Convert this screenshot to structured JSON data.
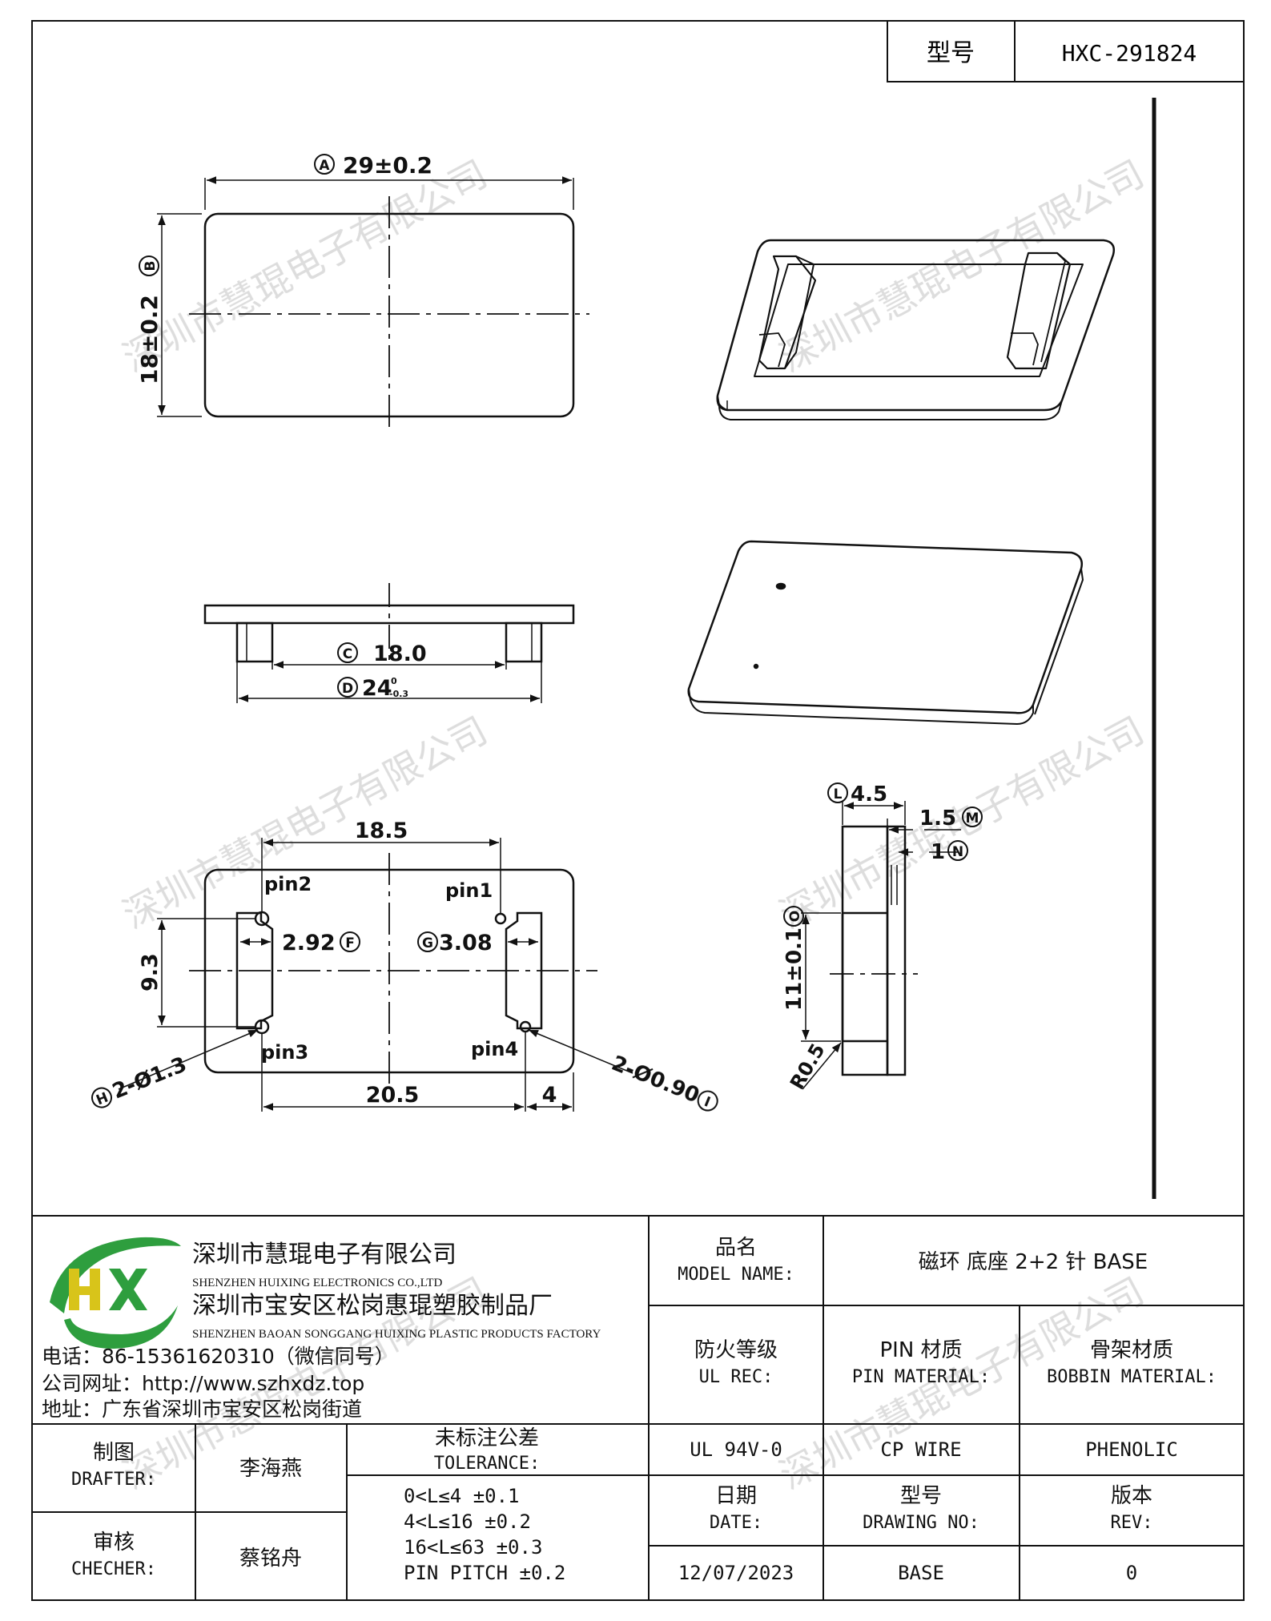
{
  "model_code": {
    "label": "型号",
    "value": "HXC-291824"
  },
  "drawing": {
    "dim_A": "29±0.2",
    "dim_B": "18±0.2",
    "dim_C": "18.0",
    "dim_D": "24",
    "dim_D_tol_upper": "0",
    "dim_D_tol_lower": "-0.3",
    "dim_185": "18.5",
    "dim_205": "20.5",
    "dim_4": "4",
    "dim_93": "9.3",
    "dim_F": "2.92",
    "dim_G": "3.08",
    "dim_H": "2-Ø1.3",
    "dim_I": "2-Ø0.90",
    "dim_L": "4.5",
    "dim_M": "1.5",
    "dim_N": "1",
    "dim_O": "11±0.1",
    "dim_R": "R0.5",
    "pin1": "pin1",
    "pin2": "pin2",
    "pin3": "pin3",
    "pin4": "pin4",
    "markers": {
      "A": "A",
      "B": "B",
      "C": "C",
      "D": "D",
      "F": "F",
      "G": "G",
      "H": "H",
      "I": "I",
      "L": "L",
      "M": "M",
      "N": "N",
      "O": "O"
    }
  },
  "watermark": "深圳市慧琨电子有限公司",
  "company": {
    "name_cn": "深圳市慧琨电子有限公司",
    "name_en": "SHENZHEN HUIXING ELECTRONICS CO.,LTD",
    "factory_cn": "深圳市宝安区松岗惠琨塑胶制品厂",
    "factory_en": "SHENZHEN BAOAN SONGGANG HUIXING PLASTIC PRODUCTS FACTORY",
    "phone": "电话：86-15361620310（微信同号）",
    "website": "公司网址：http://www.szhxdz.top",
    "address": "地址：广东省深圳市宝安区松岗街道",
    "logo_letters": "HX",
    "colors": {
      "green": "#2e9e3e",
      "yellow": "#d8c41a"
    }
  },
  "titleblock": {
    "model_name_label_cn": "品名",
    "model_name_label_en": "MODEL NAME:",
    "model_name_value": "磁环 底座 2+2 针 BASE",
    "ul_label_cn": "防火等级",
    "ul_label_en": "UL REC:",
    "pin_label_cn": "PIN 材质",
    "pin_label_en": "PIN MATERIAL:",
    "bobbin_label_cn": "骨架材质",
    "bobbin_label_en": "BOBBIN MATERIAL:",
    "ul_value": "UL 94V-0",
    "pin_value": "CP WIRE",
    "bobbin_value": "PHENOLIC",
    "date_label_cn": "日期",
    "date_label_en": "DATE:",
    "drawing_no_label_cn": "型号",
    "drawing_no_label_en": "DRAWING NO:",
    "rev_label_cn": "版本",
    "rev_label_en": "REV:",
    "date_value": "12/07/2023",
    "drawing_no_value": "BASE",
    "rev_value": "0",
    "drafter_label_cn": "制图",
    "drafter_label_en": "DRAFTER:",
    "drafter_value": "李海燕",
    "checker_label_cn": "审核",
    "checker_label_en": "CHECHER:",
    "checker_value": "蔡铭舟",
    "tolerance_label_cn": "未标注公差",
    "tolerance_label_en": "TOLERANCE:",
    "tolerance_lines": [
      "0<L≤4   ±0.1",
      "4<L≤16  ±0.2",
      "16<L≤63  ±0.3",
      "PIN PITCH ±0.2"
    ]
  }
}
